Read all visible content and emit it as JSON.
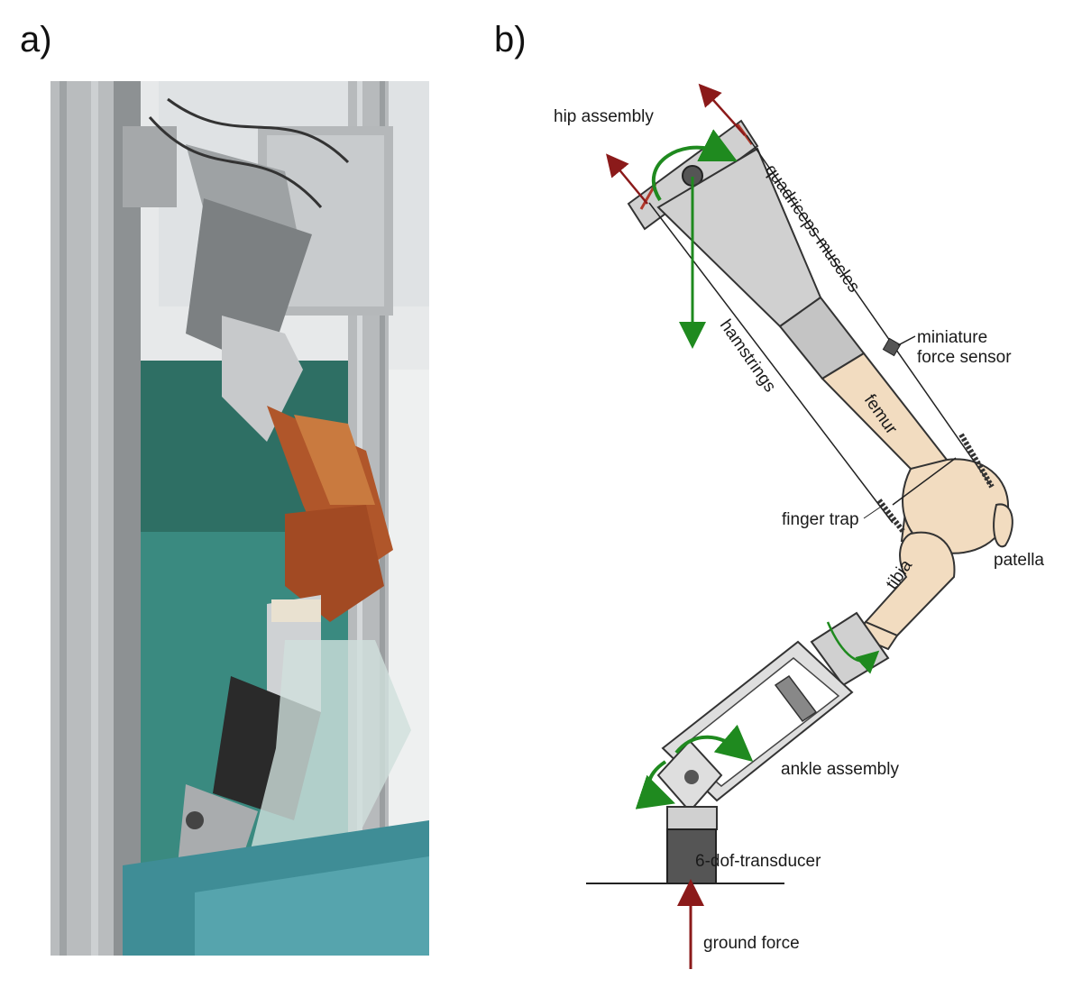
{
  "panels": {
    "a": "a)",
    "b": "b)"
  },
  "labels": {
    "hip_assembly": "hip assembly",
    "quadriceps_muscles": "quadriceps muscles",
    "miniature_line1": "miniature",
    "miniature_line2": "force sensor",
    "hamstrings": "hamstrings",
    "femur": "femur",
    "finger_trap": "finger trap",
    "patella": "patella",
    "tibia": "tibia",
    "ankle_assembly": "ankle assembly",
    "transducer": "6-dof-transducer",
    "ground_force": "ground force"
  },
  "colors": {
    "bone": "#f2dcc0",
    "metal": "#d0d0d0",
    "rotation_arrow": "#1f8a1f",
    "force_arrow": "#8b1a1a",
    "transducer": "#555555"
  }
}
